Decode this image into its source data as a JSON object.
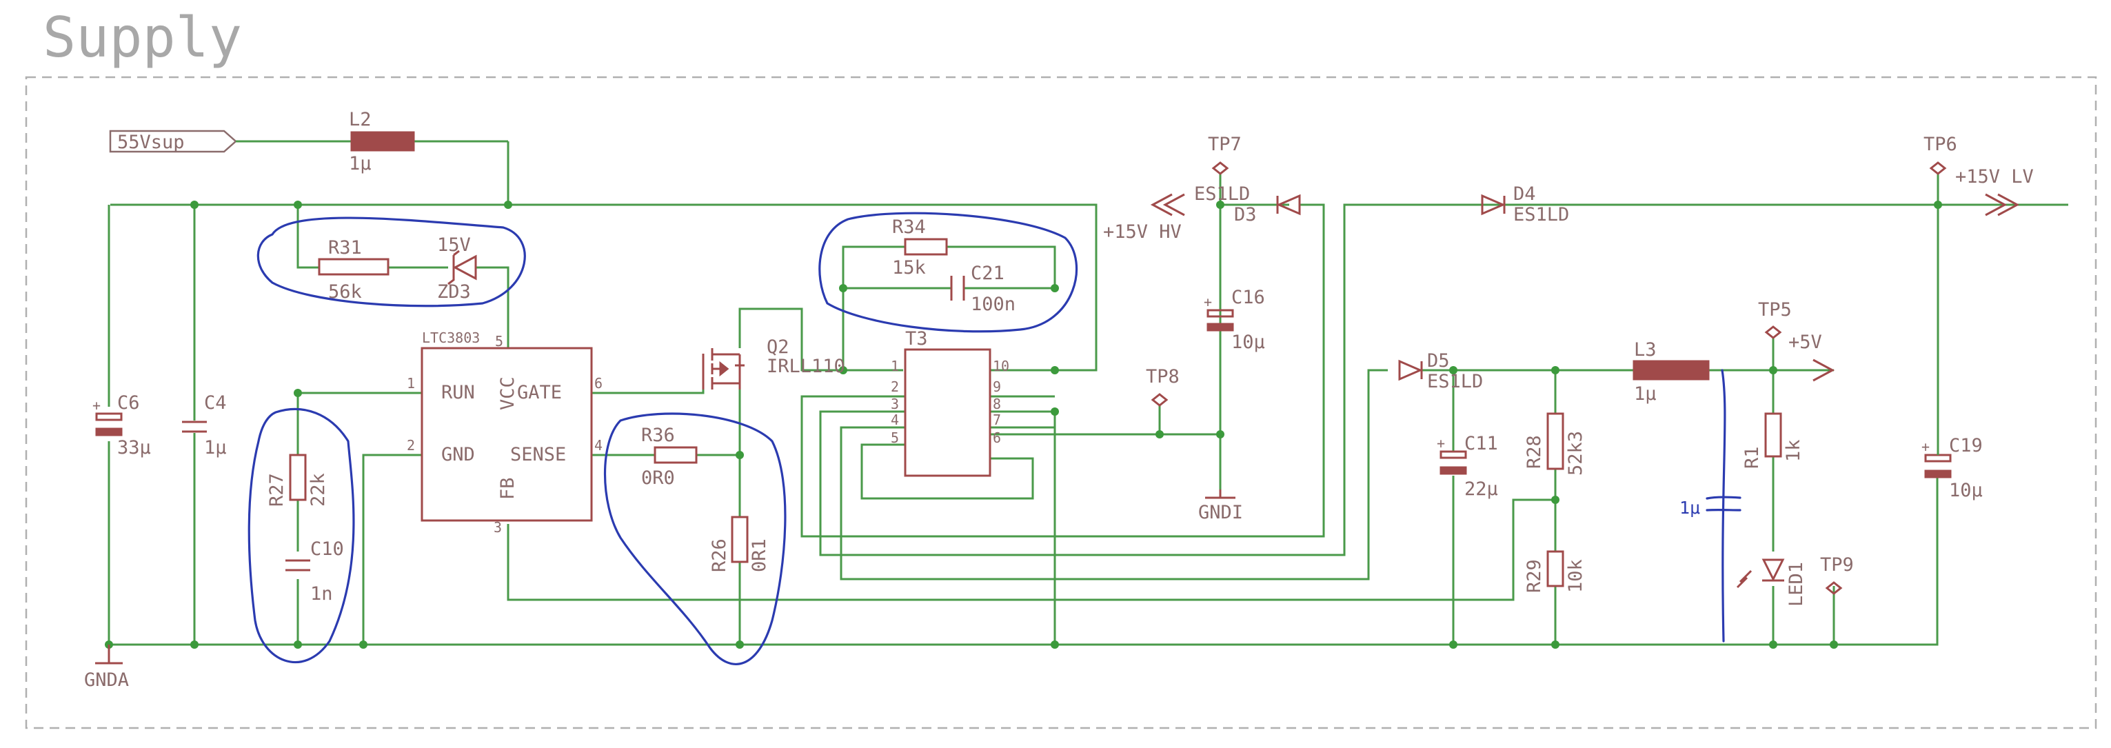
{
  "title": "Supply",
  "input_port": "55Vsup",
  "components": {
    "L2": {
      "name": "L2",
      "value": "1μ"
    },
    "L3": {
      "name": "L3",
      "value": "1μ"
    },
    "C6": {
      "name": "C6",
      "value": "33μ"
    },
    "C4": {
      "name": "C4",
      "value": "1μ"
    },
    "R31": {
      "name": "R31",
      "value": "56k"
    },
    "ZD3": {
      "name": "ZD3",
      "value": "15V"
    },
    "IC": {
      "name": "LTC3803"
    },
    "R27": {
      "name": "R27",
      "value": "22k"
    },
    "C10": {
      "name": "C10",
      "value": "1n"
    },
    "Q2": {
      "name": "Q2",
      "value": "IRLL110"
    },
    "R36": {
      "name": "R36",
      "value": "0R0"
    },
    "R26": {
      "name": "R26",
      "value": "0R1"
    },
    "R34": {
      "name": "R34",
      "value": "15k"
    },
    "C21": {
      "name": "C21",
      "value": "100n"
    },
    "T3": {
      "name": "T3"
    },
    "D3": {
      "name": "D3",
      "value": "ES1LD"
    },
    "C16": {
      "name": "C16",
      "value": "10μ"
    },
    "D4": {
      "name": "D4",
      "value": "ES1LD"
    },
    "D5": {
      "name": "D5",
      "value": "ES1LD"
    },
    "C11": {
      "name": "C11",
      "value": "22μ"
    },
    "R28": {
      "name": "R28",
      "value": "52k3"
    },
    "R29": {
      "name": "R29",
      "value": "10k"
    },
    "R1": {
      "name": "R1",
      "value": "1k"
    },
    "LED1": {
      "name": "LED1"
    },
    "C19": {
      "name": "C19",
      "value": "10μ"
    }
  },
  "ic_pins": {
    "run": "RUN",
    "vcc": "VCC",
    "gate": "GATE",
    "gnd": "GND",
    "sense": "SENSE",
    "fb": "FB",
    "n1": "1",
    "n2": "2",
    "n3": "3",
    "n4": "4",
    "n5": "5",
    "n6": "6"
  },
  "t3_pins": [
    "1",
    "2",
    "3",
    "4",
    "5",
    "10",
    "9",
    "8",
    "7",
    "6"
  ],
  "test_points": {
    "tp5": "TP5",
    "tp6": "TP6",
    "tp7": "TP7",
    "tp8": "TP8",
    "tp9": "TP9"
  },
  "nets": {
    "hv": "+15V HV",
    "lv": "+15V LV",
    "v5": "+5V",
    "gnda": "GNDA",
    "gndi": "GNDI"
  },
  "handwritten": {
    "cap_value": "1μ"
  },
  "colors": {
    "wire": "#4a9a4a",
    "component": "#a04a4a",
    "label": "#8a6b6b",
    "frame": "#b0b0b0",
    "ink": "#2b3bb0"
  }
}
